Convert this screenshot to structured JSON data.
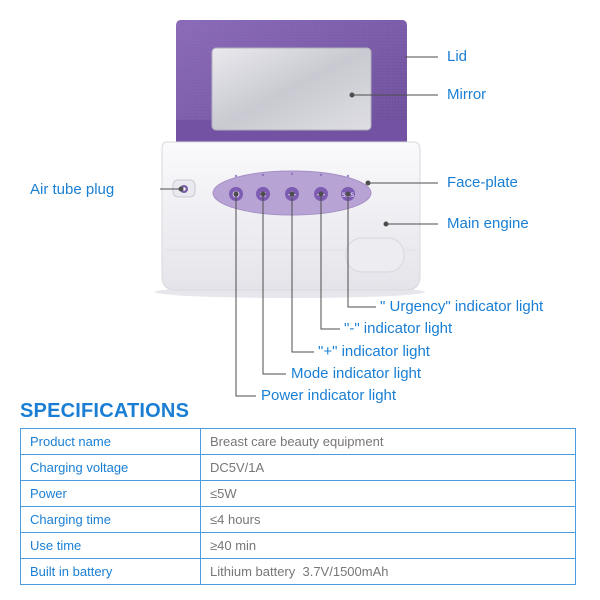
{
  "callouts": {
    "lid": "Lid",
    "mirror": "Mirror",
    "air_tube_plug": "Air tube plug",
    "face_plate": "Face-plate",
    "main_engine": "Main engine",
    "urgency_light": "\" Urgency\" indicator light",
    "minus_light": "\"-\" indicator light",
    "plus_light": "\"+\" indicator light",
    "mode_light": "Mode indicator light",
    "power_light": "Power indicator light"
  },
  "specifications": {
    "title": "SPECIFICATIONS",
    "rows": [
      {
        "label": "Product name",
        "value": "Breast care beauty equipment"
      },
      {
        "label": "Charging voltage",
        "value": "DC5V/1A"
      },
      {
        "label": "Power",
        "value": "≤5W"
      },
      {
        "label": "Charging time",
        "value": "≤4 hours"
      },
      {
        "label": "Use time",
        "value": "≥40 min"
      },
      {
        "label": "Built in battery",
        "value": "Lithium battery  3.7V/1500mAh"
      }
    ]
  },
  "colors": {
    "accent": "#1a7fd4",
    "lid_purple": "#7a5ba8",
    "device_white": "#f4f4f6",
    "face_plate": "#b7a3d4"
  },
  "icons": [
    "air-tube-plug-icon",
    "power-button-icon",
    "mode-button-icon",
    "plus-button-icon",
    "minus-button-icon",
    "urgency-button-icon"
  ]
}
